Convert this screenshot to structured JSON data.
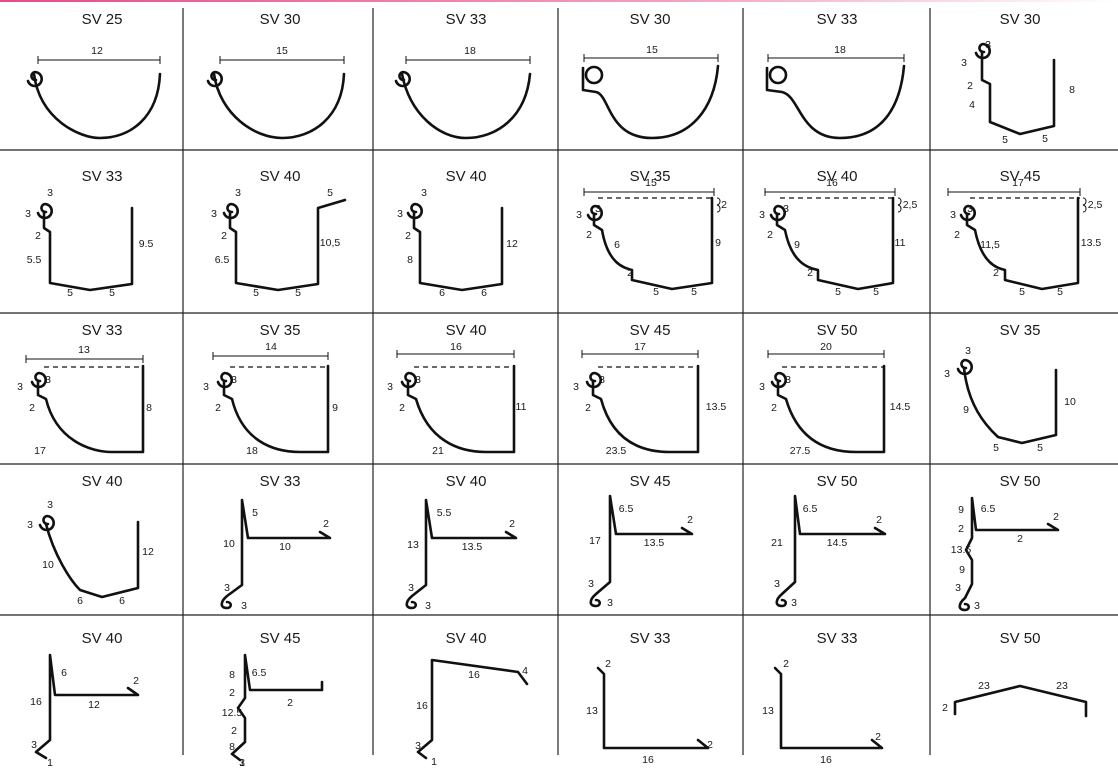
{
  "rows": [
    [
      {
        "title": "SV 25",
        "labels": [
          "12"
        ]
      },
      {
        "title": "SV 30",
        "labels": [
          "15"
        ]
      },
      {
        "title": "SV 33",
        "labels": [
          "18"
        ]
      },
      {
        "title": "SV 30",
        "labels": [
          "15"
        ]
      },
      {
        "title": "SV 33",
        "labels": [
          "18"
        ]
      },
      {
        "title": "SV 30",
        "labels": [
          "3",
          "3",
          "2",
          "4",
          "8",
          "5",
          "5"
        ]
      }
    ],
    [
      {
        "title": "SV 33",
        "labels": [
          "3",
          "3",
          "2",
          "5.5",
          "9.5",
          "5",
          "5"
        ]
      },
      {
        "title": "SV 40",
        "labels": [
          "3",
          "3",
          "2",
          "6.5",
          "10,5",
          "5",
          "5",
          "5"
        ]
      },
      {
        "title": "SV 40",
        "labels": [
          "3",
          "3",
          "2",
          "8",
          "12",
          "6",
          "6"
        ]
      },
      {
        "title": "SV 35",
        "labels": [
          "15",
          "2",
          "3",
          "3",
          "2",
          "6",
          "9",
          "2",
          "5",
          "5"
        ]
      },
      {
        "title": "SV 40",
        "labels": [
          "16",
          "2,5",
          "3",
          "3",
          "2",
          "9",
          "11",
          "2",
          "5",
          "5"
        ]
      },
      {
        "title": "SV 45",
        "labels": [
          "17",
          "2,5",
          "3",
          "3",
          "2",
          "11,5",
          "13.5",
          "2",
          "5",
          "5"
        ]
      }
    ],
    [
      {
        "title": "SV 33",
        "labels": [
          "13",
          "3",
          "3",
          "2",
          "8",
          "17"
        ]
      },
      {
        "title": "SV 35",
        "labels": [
          "14",
          "3",
          "3",
          "2",
          "9",
          "18"
        ]
      },
      {
        "title": "SV 40",
        "labels": [
          "16",
          "3",
          "3",
          "2",
          "11",
          "21"
        ]
      },
      {
        "title": "SV 45",
        "labels": [
          "17",
          "3",
          "3",
          "2",
          "13.5",
          "23.5"
        ]
      },
      {
        "title": "SV 50",
        "labels": [
          "20",
          "3",
          "3",
          "2",
          "14.5",
          "27.5"
        ]
      },
      {
        "title": "SV 35",
        "labels": [
          "3",
          "3",
          "9",
          "10",
          "5",
          "5"
        ]
      }
    ],
    [
      {
        "title": "SV 40",
        "labels": [
          "3",
          "3",
          "10",
          "12",
          "6",
          "6"
        ]
      },
      {
        "title": "SV 33",
        "labels": [
          "5",
          "2",
          "10",
          "10",
          "3",
          "3"
        ]
      },
      {
        "title": "SV 40",
        "labels": [
          "5.5",
          "2",
          "13",
          "13.5",
          "3",
          "3"
        ]
      },
      {
        "title": "SV 45",
        "labels": [
          "6.5",
          "2",
          "17",
          "13.5",
          "3",
          "3"
        ]
      },
      {
        "title": "SV 50",
        "labels": [
          "6.5",
          "2",
          "21",
          "14.5",
          "3",
          "3"
        ]
      },
      {
        "title": "SV 50",
        "labels": [
          "9",
          "6.5",
          "2",
          "2",
          "13.5",
          "2",
          "9",
          "3",
          "3"
        ]
      }
    ],
    [
      {
        "title": "SV 40",
        "labels": [
          "6",
          "2",
          "16",
          "12",
          "3",
          "1"
        ]
      },
      {
        "title": "SV 45",
        "labels": [
          "8",
          "6.5",
          "2",
          "2",
          "12.5",
          "2",
          "8",
          "3",
          "1"
        ]
      },
      {
        "title": "SV 40",
        "labels": [
          "16",
          "4",
          "16",
          "3",
          "1"
        ]
      },
      {
        "title": "SV 33",
        "labels": [
          "2",
          "13",
          "2",
          "16"
        ]
      },
      {
        "title": "SV 33",
        "labels": [
          "2",
          "13",
          "2",
          "16"
        ]
      },
      {
        "title": "SV 50",
        "labels": [
          "23",
          "23",
          "2"
        ]
      }
    ]
  ]
}
